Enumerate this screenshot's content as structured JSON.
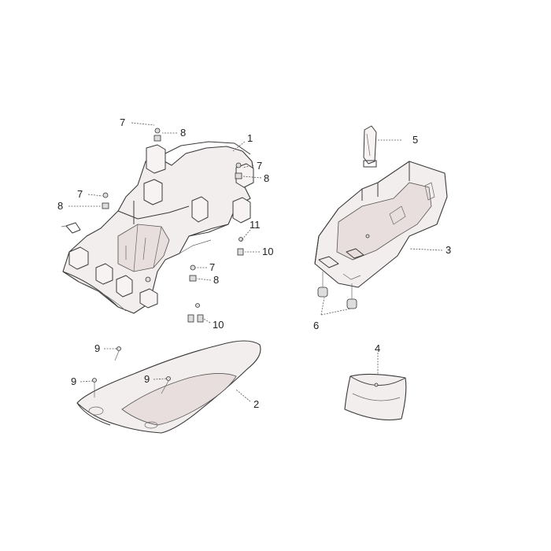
{
  "diagram": {
    "callouts": {
      "c1": "1",
      "c2": "2",
      "c3": "3",
      "c4": "4",
      "c5": "5",
      "c6": "6",
      "c7a": "7",
      "c7b": "7",
      "c7c": "7",
      "c7d": "7",
      "c8a": "8",
      "c8b": "8",
      "c8c": "8",
      "c8d": "8",
      "c9a": "9",
      "c9b": "9",
      "c9c": "9",
      "c10a": "10",
      "c10b": "10",
      "c11": "11"
    }
  }
}
